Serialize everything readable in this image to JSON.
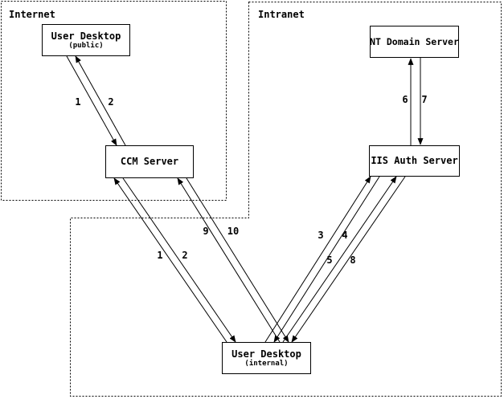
{
  "diagram": {
    "zones": {
      "internet": {
        "label": "Internet"
      },
      "intranet": {
        "label": "Intranet"
      }
    },
    "nodes": {
      "user_desktop_public": {
        "title": "User Desktop",
        "subtitle": "(public)"
      },
      "ccm_server": {
        "title": "CCM Server"
      },
      "nt_domain_server": {
        "title": "NT Domain Server"
      },
      "iis_auth_server": {
        "title": "IIS Auth Server"
      },
      "user_desktop_internal": {
        "title": "User Desktop",
        "subtitle": "(internal)"
      }
    },
    "steps": {
      "public_1": "1",
      "public_2": "2",
      "internal_1": "1",
      "internal_2": "2",
      "step_3": "3",
      "step_4": "4",
      "step_5": "5",
      "step_6": "6",
      "step_7": "7",
      "step_8": "8",
      "step_9": "9",
      "step_10": "10"
    },
    "colors": {
      "line": "#000000",
      "background": "#ffffff"
    }
  }
}
